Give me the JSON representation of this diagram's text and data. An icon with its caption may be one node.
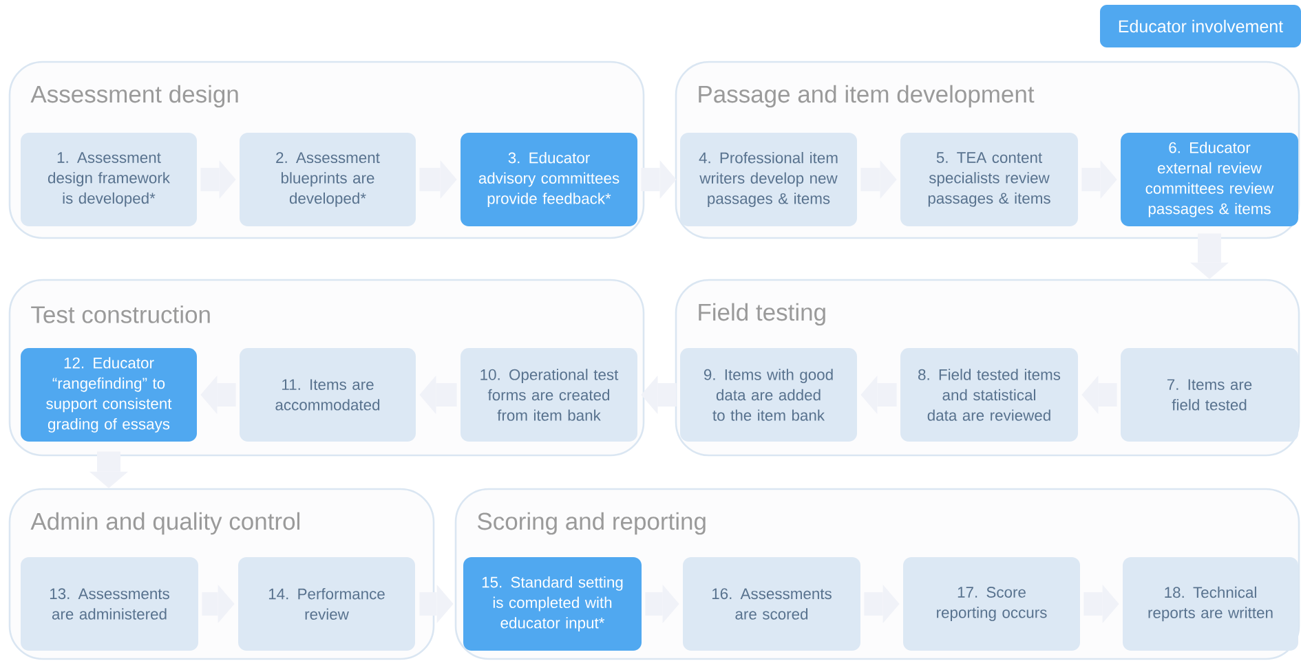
{
  "diagram": {
    "nodes": [
      {
        "text": [
          "Assessment design"
        ]
      },
      {
        "text": [
          "1. Assessment design framework is developed*"
        ],
        "in": 0
      },
      {
        "text": [
          "2. Assessment blueprints are developed*"
        ],
        "in": 0
      },
      {
        "text": [
          "3. Educator advisory committees provide feedback*"
        ],
        "in": 0
      },
      {
        "text": [
          "Passage and item development"
        ]
      },
      {
        "text": [
          "4. Professional item writers develop new passages & items"
        ],
        "in": 4
      },
      {
        "text": [
          "5. TEA content specialists review passages & items"
        ],
        "in": 4
      },
      {
        "text": [
          "6. Educator external review committees review passages & items"
        ],
        "in": 4
      },
      {
        "text": [
          "Test construction"
        ]
      },
      {
        "text": [
          "12. Educator “rangefinding” to support consistent grading of essays"
        ],
        "in": 8
      },
      {
        "text": [
          "11. Items are accommodated"
        ],
        "in": 8
      },
      {
        "text": [
          "10. Operational test forms are created from item bank"
        ],
        "in": 8
      },
      {
        "text": [
          "Field testing"
        ]
      },
      {
        "text": [
          "9. Items with good data are added to the item bank"
        ],
        "in": 12
      },
      {
        "text": [
          "8. Field tested items and statistical data are reviewed"
        ],
        "in": 12
      },
      {
        "text": [
          "7. Items are field tested"
        ],
        "in": 12
      },
      {
        "text": [
          "Admin and quality control"
        ]
      },
      {
        "text": [
          "13. Assessments are administered"
        ],
        "in": 16
      },
      {
        "text": [
          "14. Performance review"
        ],
        "in": 16
      },
      {
        "text": [
          "Scoring and reporting"
        ]
      },
      {
        "text": [
          "15. Standard setting is completed with educator input*"
        ],
        "in": 19
      },
      {
        "text": [
          "16. Assessments are scored"
        ],
        "in": 19
      },
      {
        "text": [
          "17. Score reporting occurs"
        ],
        "in": 19
      },
      {
        "text": [
          "18. Technical reports are written"
        ],
        "in": 19
      }
    ],
    "edges": [
      {
        "from": 1,
        "to": 2,
        "arrow": "to"
      },
      {
        "from": 2,
        "to": 3,
        "arrow": "to"
      },
      {
        "from": 3,
        "to": 5,
        "arrow": "to"
      },
      {
        "from": 5,
        "to": 6,
        "arrow": "to"
      },
      {
        "from": 6,
        "to": 7,
        "arrow": "to"
      },
      {
        "from": 7,
        "to": 12,
        "arrow": "to"
      },
      {
        "from": 15,
        "to": 14,
        "arrow": "to"
      },
      {
        "from": 14,
        "to": 13,
        "arrow": "to"
      },
      {
        "from": 13,
        "to": 11,
        "arrow": "to"
      },
      {
        "from": 11,
        "to": 10,
        "arrow": "to"
      },
      {
        "from": 10,
        "to": 9,
        "arrow": "to"
      },
      {
        "from": 9,
        "to": 16,
        "arrow": "to"
      },
      {
        "from": 17,
        "to": 18,
        "arrow": "to"
      },
      {
        "from": 18,
        "to": 20,
        "arrow": "to"
      },
      {
        "from": 20,
        "to": 21,
        "arrow": "to"
      },
      {
        "from": 21,
        "to": 22,
        "arrow": "to"
      },
      {
        "from": 22,
        "to": 23,
        "arrow": "to"
      }
    ],
    "legend": [
      {
        "text": "Educator involvement",
        "color": "#50a8f0"
      }
    ]
  }
}
